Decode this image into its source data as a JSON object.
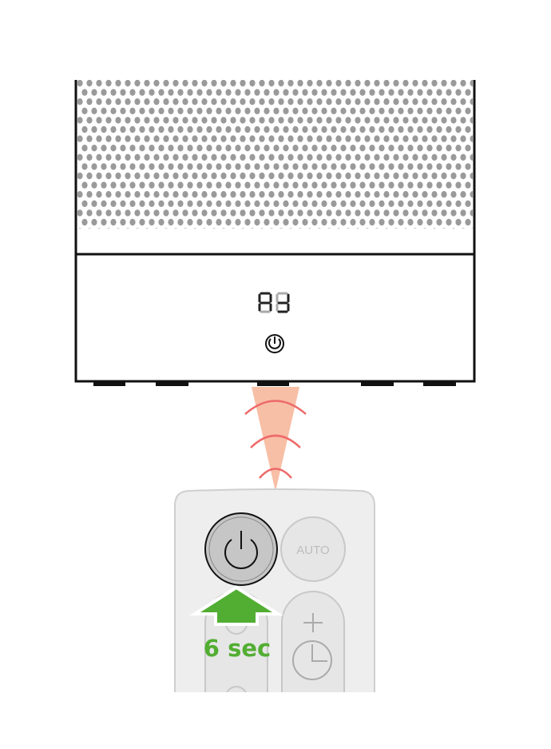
{
  "device": {
    "display_text": "88",
    "power_icon": "power-icon"
  },
  "remote": {
    "power_button_icon": "power-icon",
    "auto_label": "AUTO",
    "timer_icon": "clock-icon",
    "plus_icon": "plus-icon"
  },
  "instruction": {
    "hold_label": "6 sec",
    "arrow_icon": "arrow-up-icon"
  },
  "colors": {
    "grille_dot": "#9a9a9a",
    "beam": "#f7bfa6",
    "signal_arc": "#ee6a6a",
    "arrow_green": "#52ae32",
    "remote_body": "#eeeeee",
    "power_button": "#c6c6c6"
  }
}
